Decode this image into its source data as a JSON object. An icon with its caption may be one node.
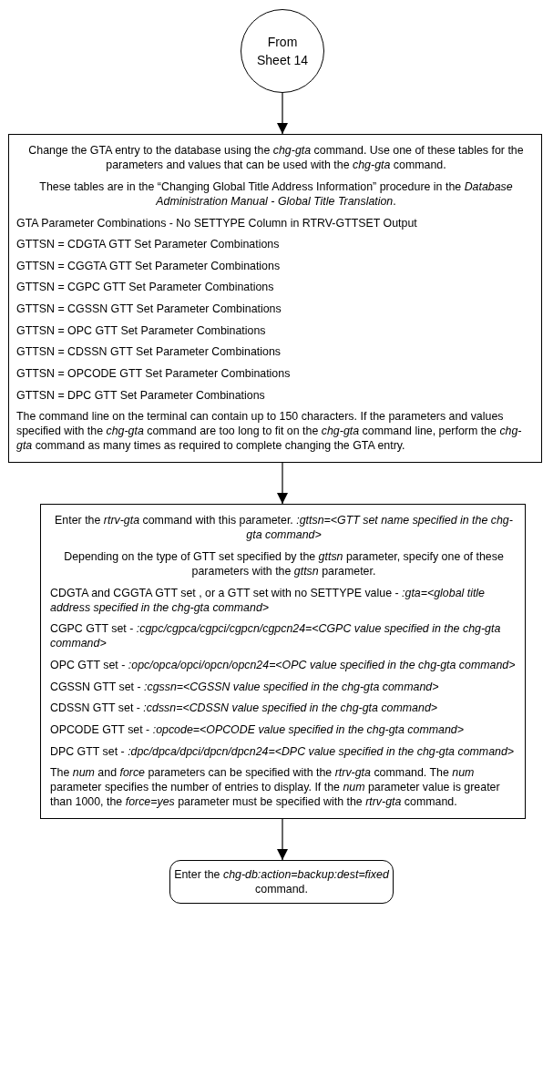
{
  "diagram": {
    "nodes": [
      {
        "text": [
          "From Sheet 14"
        ]
      },
      {
        "text": [
          "Change the GTA entry to the database using the *chg-gta* command. Use one of these tables for the parameters and values that can be used with the *chg-gta* command.",
          "These tables are in the “Changing Global Title Address Information” procedure in the *Database Administration Manual - Global Title Translation*.",
          "GTA Parameter Combinations - No SETTYPE Column in RTRV-GTTSET Output",
          "GTTSN = CDGTA GTT Set Parameter Combinations",
          "GTTSN = CGGTA GTT Set Parameter Combinations",
          "GTTSN = CGPC GTT Set Parameter Combinations",
          "GTTSN = CGSSN GTT Set Parameter Combinations",
          "GTTSN = OPC GTT Set Parameter Combinations",
          "GTTSN = CDSSN GTT Set Parameter Combinations",
          "GTTSN = OPCODE GTT Set Parameter Combinations",
          "GTTSN = DPC GTT Set Parameter Combinations",
          "The command line on the terminal can contain up to 150 characters. If the parameters and values specified with the *chg-gta* command are too long to fit on the *chg-gta* command line, perform the *chg-gta* command as many times as required to complete changing the GTA entry."
        ]
      },
      {
        "text": [
          "Enter the *rtrv-gta* command with this parameter. *:gttsn=<GTT set name specified in the chg-gta command>*",
          "Depending on the type of GTT set specified by the *gttsn* parameter, specify one of these parameters with the *gttsn* parameter.",
          "CDGTA and CGGTA GTT set , or a GTT set with no SETTYPE value - *:gta=<global title address specified in the chg-gta command>*",
          "CGPC GTT set - *:cgpc/cgpca/cgpci/cgpcn/cgpcn24=<CGPC value specified in the chg-gta command>*",
          "OPC GTT set - *:opc/opca/opci/opcn/opcn24=<OPC value specified in the chg-gta command>*",
          "CGSSN GTT set - *:cgssn=<CGSSN value specified in the chg-gta command>*",
          "CDSSN GTT set - *:cdssn=<CDSSN value specified in the chg-gta command>*",
          "OPCODE GTT set - *:opcode=<OPCODE value specified in the chg-gta command>*",
          "DPC GTT set - *:dpc/dpca/dpci/dpcn/dpcn24=<DPC value specified in the chg-gta command>*",
          "The *num* and *force* parameters can be specified with the *rtrv-gta* command. The *num* parameter specifies the number of entries to display. If the *num* parameter value is greater than 1000, the *force=yes* parameter must be specified with the *rtrv-gta* command."
        ]
      },
      {
        "text": [
          "Enter the *chg-db:action=backup:dest=fixed* command."
        ]
      }
    ],
    "edges": [
      {
        "from": 0,
        "to": 1,
        "arrow": "to"
      },
      {
        "from": 1,
        "to": 2,
        "arrow": "to"
      },
      {
        "from": 2,
        "to": 3,
        "arrow": "to"
      }
    ]
  }
}
